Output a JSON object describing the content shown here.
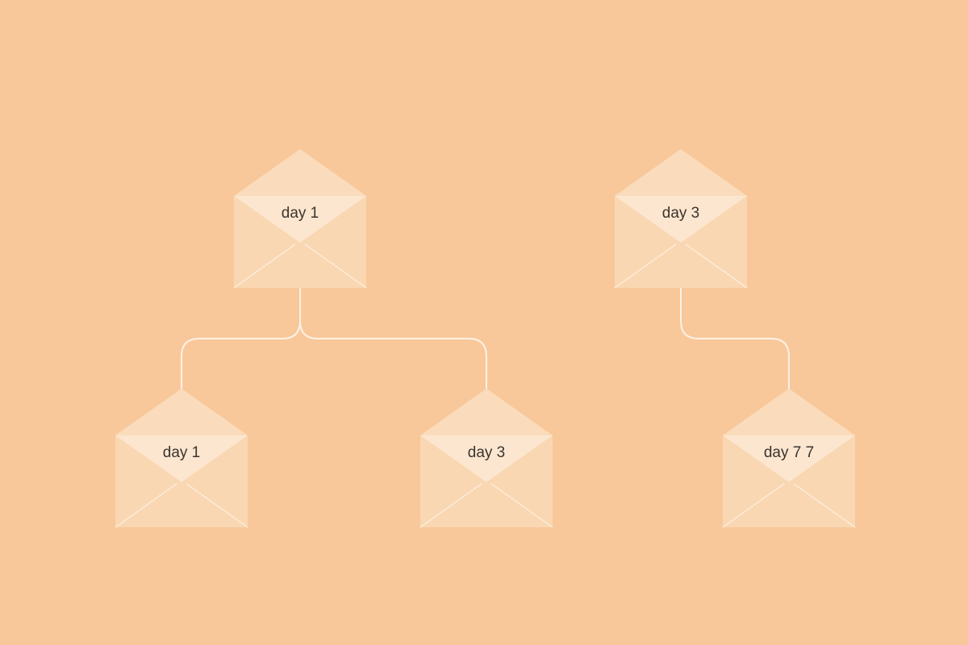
{
  "theme": {
    "background": "#f8c89a",
    "envelope_fill": "#f9d7b2",
    "envelope_flap_fill": "#fadcbc",
    "envelope_card_fill": "#fce6cf",
    "envelope_line": "#fdebd8",
    "connector_color": "#fdf0e4",
    "label_color": "#3b342e"
  },
  "nodes": [
    {
      "id": "root-a",
      "label": "day 1"
    },
    {
      "id": "root-b",
      "label": "day 3"
    },
    {
      "id": "child-a1",
      "label": "day 1"
    },
    {
      "id": "child-a2",
      "label": "day 3"
    },
    {
      "id": "child-b1",
      "label": "day 7 7"
    }
  ],
  "edges": [
    {
      "from": "root-a",
      "to": "child-a1"
    },
    {
      "from": "root-a",
      "to": "child-a2"
    },
    {
      "from": "root-b",
      "to": "child-b1"
    }
  ]
}
